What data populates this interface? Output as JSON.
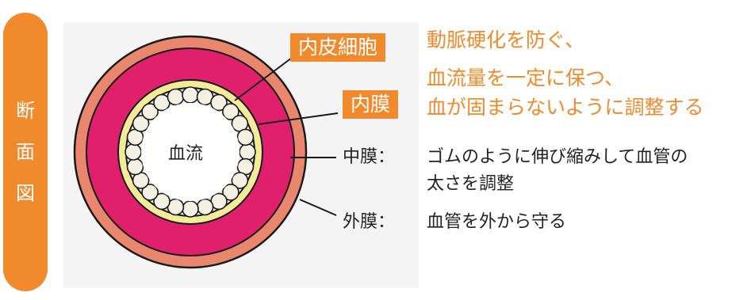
{
  "side_tab": {
    "chars": [
      "断",
      "面",
      "図"
    ]
  },
  "labels": {
    "lumen": "血流",
    "endothelial_cell": "内皮細胞",
    "intima": "内膜",
    "media_term": "中膜",
    "adventitia_term": "外膜",
    "colon": "："
  },
  "descriptions": {
    "intima_line1": "動脈硬化を防ぐ、",
    "intima_line2": "血流量を一定に保つ、",
    "intima_line3": "血が固まらないように調整する",
    "media_line1": "ゴムのように伸び縮みして血管の",
    "media_line2": "太さを調整",
    "adventitia_line1": "血管を外から守る"
  },
  "colors": {
    "accent": "#F08A2C",
    "adventitia": "#E8866E",
    "media": "#E0206A",
    "intima": "#F2EC9A",
    "endothelium": "#F4F0E4",
    "panel": "#F4F4F4"
  },
  "icons": {
    "endothelial_cells": "scalloped-cell-ring"
  }
}
